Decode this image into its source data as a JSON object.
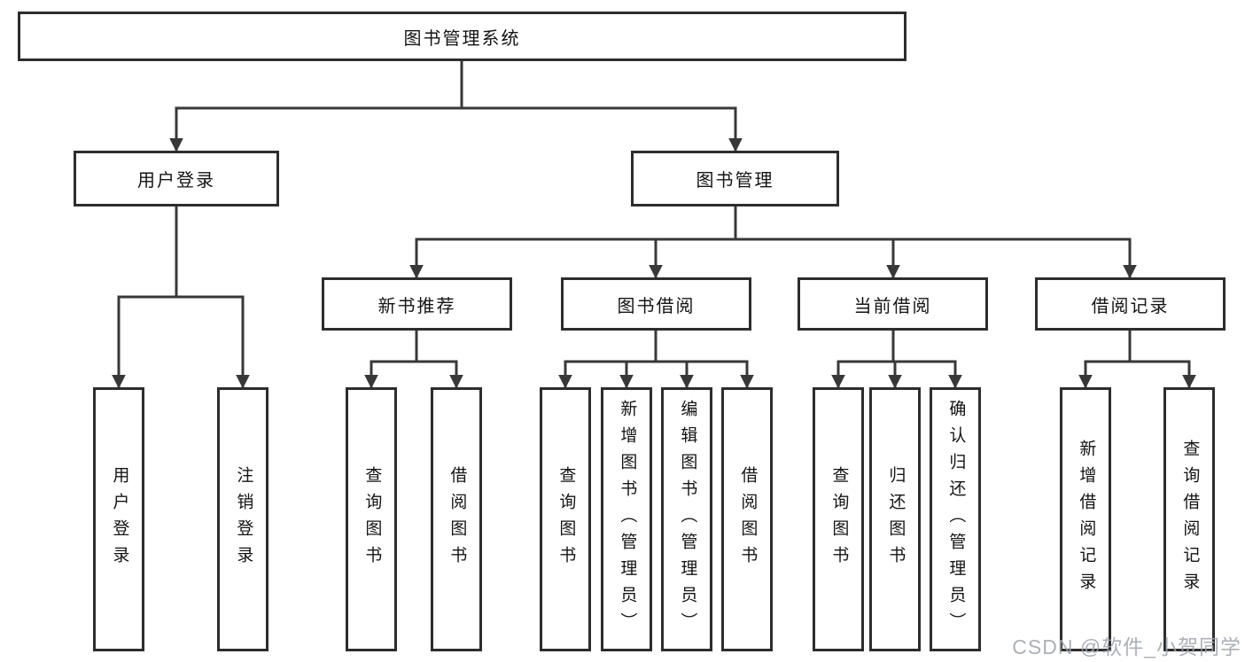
{
  "diagram": {
    "title": "图书管理系统",
    "tree": {
      "label": "图书管理系统",
      "children": [
        {
          "label": "用户登录",
          "children": [
            {
              "label": "用户登录"
            },
            {
              "label": "注销登录"
            }
          ]
        },
        {
          "label": "图书管理",
          "children": [
            {
              "label": "新书推荐",
              "children": [
                {
                  "label": "查询图书"
                },
                {
                  "label": "借阅图书"
                }
              ]
            },
            {
              "label": "图书借阅",
              "children": [
                {
                  "label": "查询图书"
                },
                {
                  "label": "新增图书（管理员）"
                },
                {
                  "label": "编辑图书（管理员）"
                },
                {
                  "label": "借阅图书"
                }
              ]
            },
            {
              "label": "当前借阅",
              "children": [
                {
                  "label": "查询图书"
                },
                {
                  "label": "归还图书"
                },
                {
                  "label": "确认归还（管理员）"
                }
              ]
            },
            {
              "label": "借阅记录",
              "children": [
                {
                  "label": "新增借阅记录"
                },
                {
                  "label": "查询借阅记录"
                }
              ]
            }
          ]
        }
      ]
    },
    "colors": {
      "line": "#383838",
      "box_border": "#2d2d2d",
      "text": "#141414",
      "background": "#ffffff",
      "watermark": "#9ea2aa"
    }
  },
  "watermark": {
    "text": "CSDN @软件_小贺同学"
  }
}
